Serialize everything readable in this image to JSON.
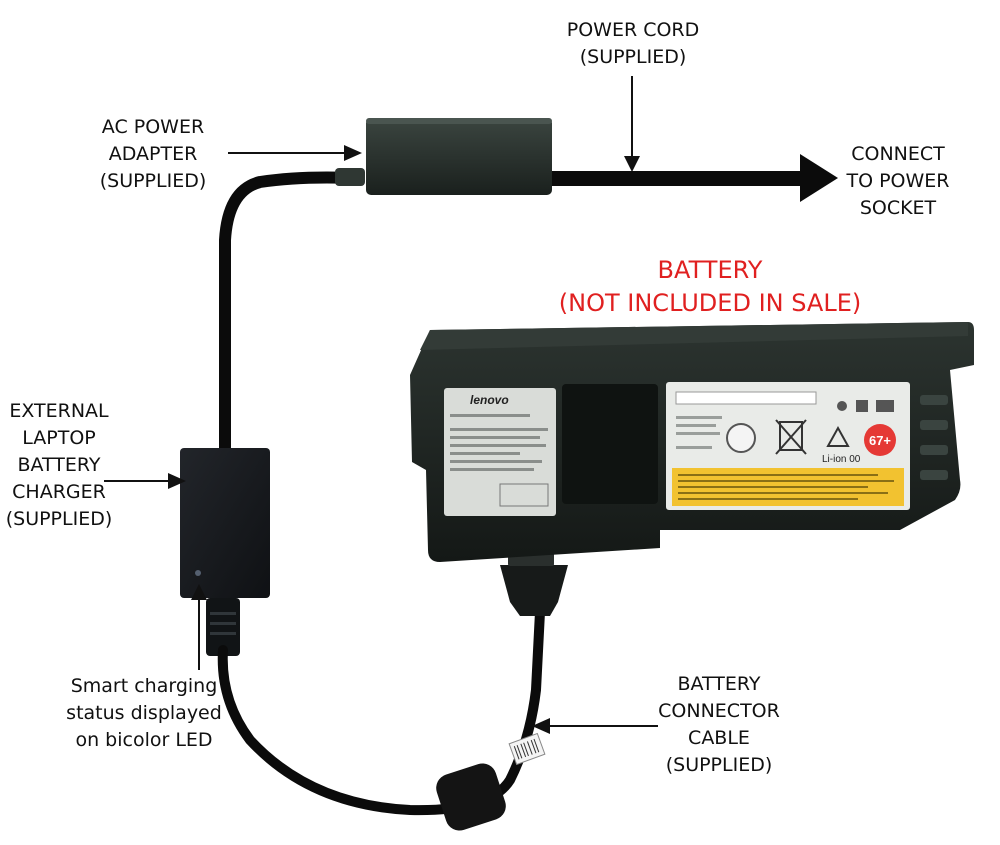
{
  "labels": {
    "power_cord": [
      "POWER CORD",
      "(SUPPLIED)"
    ],
    "ac_adapter": [
      "AC POWER",
      "ADAPTER",
      "(SUPPLIED)"
    ],
    "connect_socket": [
      "CONNECT",
      "TO POWER",
      "SOCKET"
    ],
    "battery_title": [
      "BATTERY",
      "(NOT INCLUDED IN SALE)"
    ],
    "external_charger": [
      "EXTERNAL",
      "LAPTOP",
      "BATTERY",
      "CHARGER",
      "(SUPPLIED)"
    ],
    "led_note": [
      "Smart charging",
      "status displayed",
      "on bicolor LED"
    ],
    "connector_cable": [
      "BATTERY",
      "CONNECTOR",
      "CABLE",
      "(SUPPLIED)"
    ]
  },
  "battery_print": {
    "brand": "lenovo",
    "cell_label": "Li-ion 00",
    "badge": "67+"
  },
  "colors": {
    "label_text": "#111111",
    "battery_title": "#e02020",
    "battery_badge": "#e53935",
    "warning_panel": "#f2c230",
    "device_body": "#1e2421",
    "cable": "#0b0b0b"
  }
}
